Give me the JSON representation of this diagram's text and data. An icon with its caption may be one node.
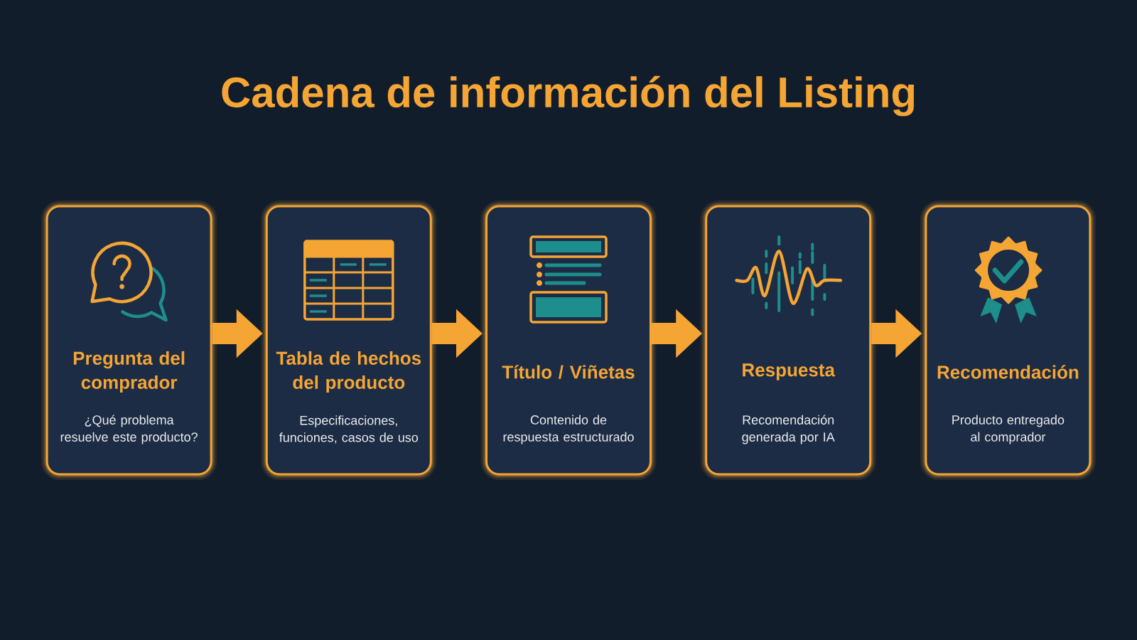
{
  "diagram": {
    "title": "Cadena de información del Listing",
    "nodes": [
      {
        "text": [
          "Pregunta del comprador",
          "¿Qué problema resuelve este producto?"
        ]
      },
      {
        "text": [
          "Tabla de hechos del producto",
          "Especificaciones, funciones, casos de uso"
        ]
      },
      {
        "text": [
          "Título / Viñetas",
          "Contenido de respuesta estructurado"
        ]
      },
      {
        "text": [
          "Respuesta",
          "Recomendación generada por IA"
        ]
      },
      {
        "text": [
          "Recomendación",
          "Producto entregado al comprador"
        ]
      }
    ],
    "edges": [
      {
        "from": 0,
        "to": 1,
        "arrow": "to"
      },
      {
        "from": 1,
        "to": 2,
        "arrow": "to"
      },
      {
        "from": 2,
        "to": 3,
        "arrow": "to"
      },
      {
        "from": 3,
        "to": 4,
        "arrow": "to"
      }
    ]
  }
}
